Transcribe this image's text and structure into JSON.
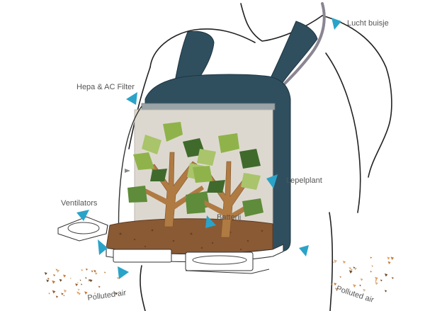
{
  "labels": {
    "lucht_buisje": "Lucht buisje",
    "hepa_filter": "Hepa & AC Filter",
    "lepelplant": "Lepelplant",
    "ventilators": "Ventilators",
    "batterij": "Batterij",
    "polluted_air_left": "Polluted air",
    "polluted_air_right": "Polluted air"
  },
  "colors": {
    "strap": "#2f4f5f",
    "pointer": "#2aa3c9",
    "panel": "#ddd8cf",
    "soil": "#8a5a35",
    "trunk": "#b07a43",
    "leaf_light": "#8fb34a",
    "leaf_dark": "#3f6a2c",
    "tube": "#8a8592",
    "particles": "#c47a3a"
  }
}
